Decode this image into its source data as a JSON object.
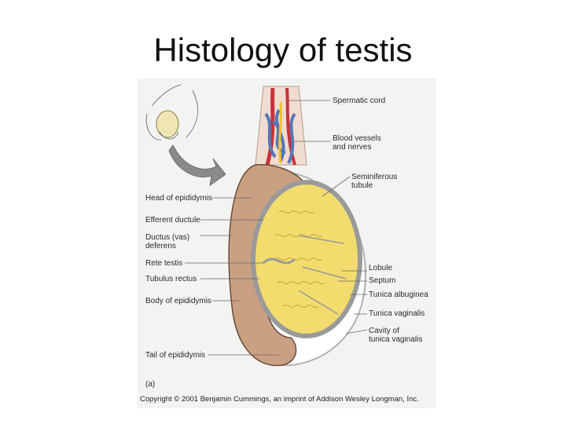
{
  "slide": {
    "title": "Histology of testis"
  },
  "figure": {
    "panel_letter": "(a)",
    "copyright": "Copyright © 2001 Benjamin Cummings, an imprint of Addison Wesley Longman, Inc.",
    "labels": {
      "spermatic_cord": "Spermatic cord",
      "blood_vessels": [
        "Blood vessels",
        "and nerves"
      ],
      "seminiferous_tubule": [
        "Seminiferous",
        "tubule"
      ],
      "head_of_epididymis": "Head of epididymis",
      "efferent_ductule": "Efferent ductule",
      "ductus_deferens": [
        "Ductus (vas)",
        "deferens"
      ],
      "rete_testis": "Rete testis",
      "tubulus_rectus": "Tubulus rectus",
      "body_of_epididymis": "Body of epididymis",
      "lobule": "Lobule",
      "septum": "Septum",
      "tunica_albuginea": "Tunica albuginea",
      "tunica_vaginalis": "Tunica vaginalis",
      "cavity_tunica_vaginalis": [
        "Cavity of",
        "tunica vaginalis"
      ],
      "tail_of_epididymis": "Tail of epididymis"
    },
    "colors": {
      "epididymis": "#c9a182",
      "testis_tubules": "#f2dc6e",
      "tunica": "#9a9a9a",
      "artery": "#c8323a",
      "vein": "#5577b8",
      "nerve": "#f0c32a",
      "outline": "#6b4a3a"
    }
  }
}
